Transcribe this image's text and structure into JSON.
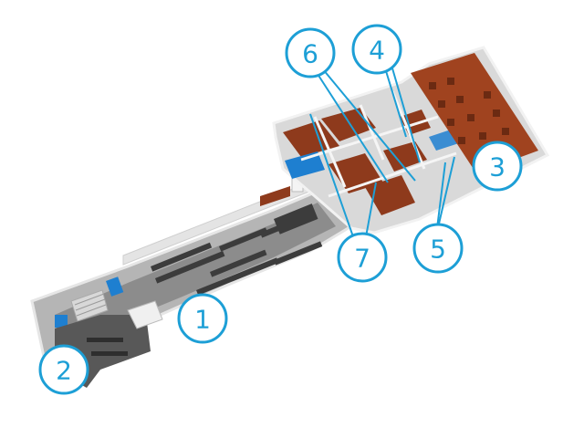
{
  "colors": {
    "accent": "#1d9fd6",
    "floor": "#9a9a9a",
    "floor_dark": "#707070",
    "wood": "#8e3a1c",
    "wall": "#e9e9e9",
    "pool_blue": "#1e7fd0"
  },
  "markers": [
    {
      "key": "m1",
      "label": "1"
    },
    {
      "key": "m2",
      "label": "2"
    },
    {
      "key": "m3",
      "label": "3"
    },
    {
      "key": "m4",
      "label": "4"
    },
    {
      "key": "m5",
      "label": "5"
    },
    {
      "key": "m6",
      "label": "6"
    },
    {
      "key": "m7",
      "label": "7"
    }
  ]
}
